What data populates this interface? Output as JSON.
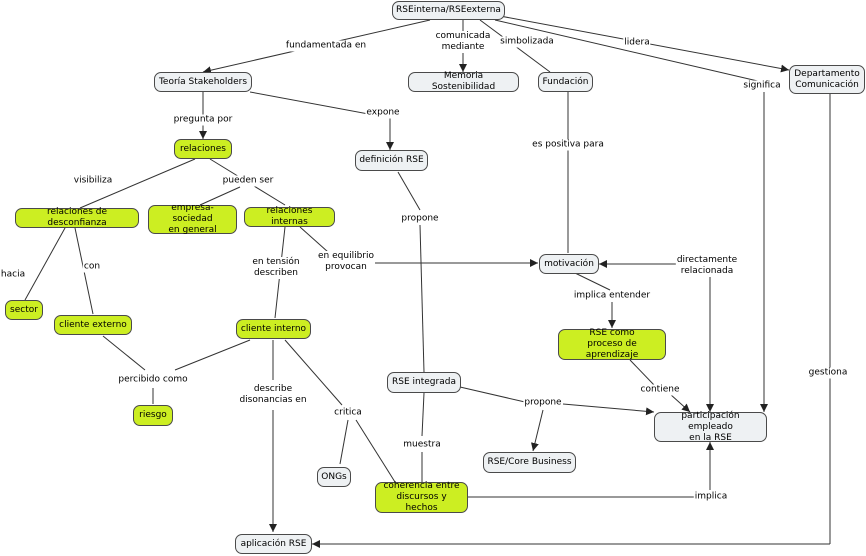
{
  "colors": {
    "concept_fill": "#eef1f3",
    "highlight_fill": "#ccee22",
    "border": "#4a4a4a",
    "line": "#333333"
  },
  "nodes": {
    "rse_interna": "RSEinterna/RSEexterna",
    "teoria": "Teoría Stakeholders",
    "memoria": "Memoria Sostenibilidad",
    "fundacion": "Fundación",
    "depto": "Departamento\nComunicación",
    "relaciones": "relaciones",
    "definicion": "definición RSE",
    "rel_desconfianza": "relaciones de desconfianza",
    "empresa_sociedad": "empresa-sociedad\nen general",
    "rel_internas": "relaciones internas",
    "motivacion": "motivación",
    "sector": "sector",
    "cliente_externo": "cliente externo",
    "cliente_interno": "cliente interno",
    "proceso": "RSE como\nproceso de aprendizaje",
    "rse_integrada": "RSE integrada",
    "participacion": "participación empleado\nen la RSE",
    "riesgo": "riesgo",
    "ongs": "ONGs",
    "core": "RSE/Core Business",
    "coherencia": "coherencia entre\ndiscursos y hechos",
    "aplicacion": "aplicación RSE"
  },
  "links": {
    "fundamentada": "fundamentada en",
    "comunicada": "comunicada\nmediante",
    "simbolizada": "simbolizada",
    "lidera": "lidera",
    "significa": "significa",
    "expone": "expone",
    "pregunta": "pregunta por",
    "es_positiva": "es positiva para",
    "visibiliza": "visibiliza",
    "pueden_ser": "pueden ser",
    "propone_def": "propone",
    "hacia": "hacia",
    "con": "con",
    "en_tension": "en tensión\ndescriben",
    "en_equilibrio": "en equilibrio\nprovocan",
    "directamente": "directamente\nrelacionada",
    "implica_entender": "implica entender",
    "gestiona": "gestiona",
    "percibido": "percibido como",
    "describe": "describe\ndisonancias en",
    "critica": "critica",
    "propone_int": "propone",
    "contiene": "contiene",
    "muestra": "muestra",
    "implica": "implica"
  }
}
